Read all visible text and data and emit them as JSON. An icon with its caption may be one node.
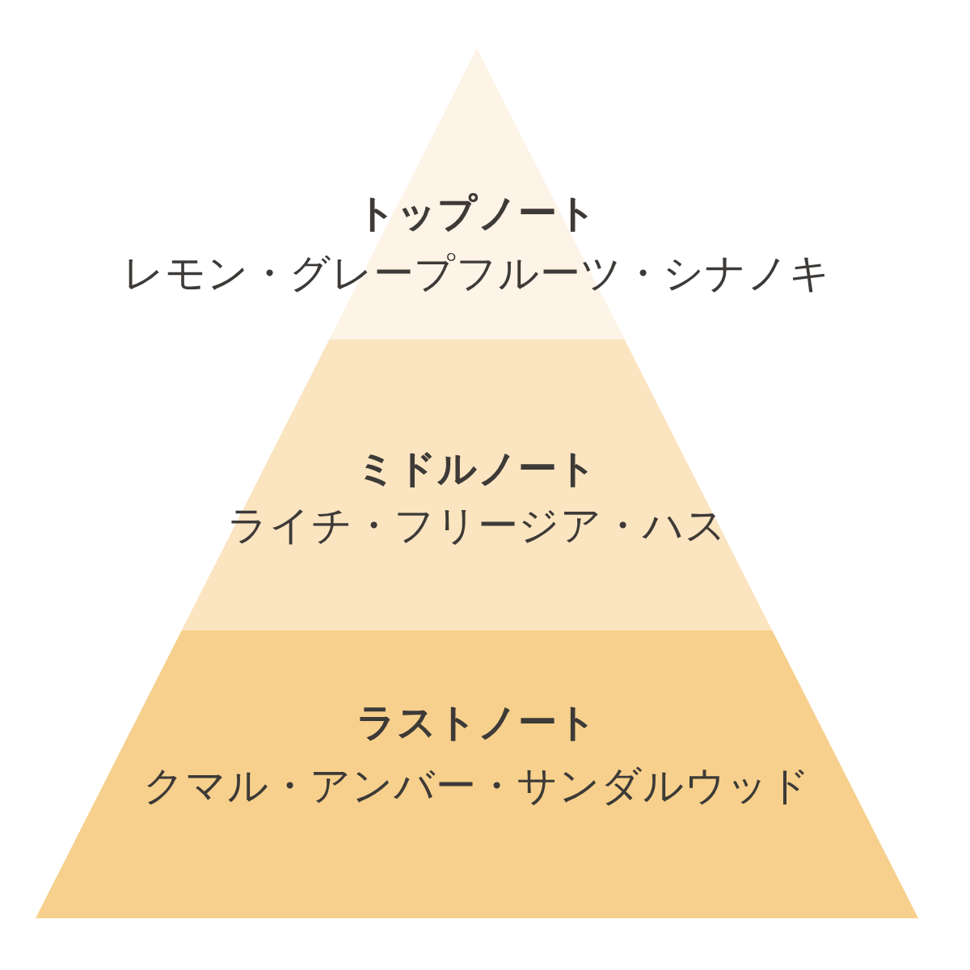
{
  "diagram": {
    "nodes": [
      {
        "text": [
          "トップノート",
          "レモン・グレープフルーツ・シナノキ"
        ]
      },
      {
        "text": [
          "ミドルノート",
          "ライチ・フリージア・ハス"
        ]
      },
      {
        "text": [
          "ラストノート",
          "クマル・アンバー・サンダルウッド"
        ]
      }
    ]
  }
}
